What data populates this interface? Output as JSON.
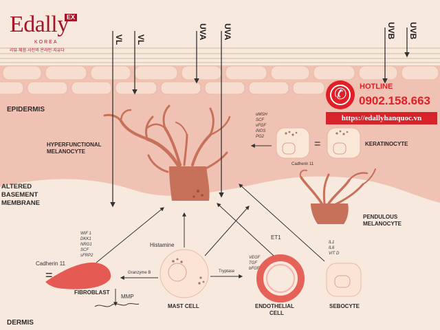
{
  "brand": {
    "name": "Edally",
    "badge": "EX",
    "country": "KOREA",
    "tagline": "리뷰·체험·사진의·온라인·지유다"
  },
  "hotline": {
    "title": "HOTLINE",
    "phone": "0902.158.663",
    "url": "https://edallyhanquoc.vn",
    "accent": "#e01f26"
  },
  "rays": [
    "VL",
    "VL",
    "UVA",
    "UVA",
    "UVB",
    "UVB"
  ],
  "layers": {
    "epidermis": "EPIDERMIS",
    "membrane": [
      "ALTERED",
      "BASEMENT",
      "MEMBRANE"
    ],
    "dermis": "DERMIS"
  },
  "cells": {
    "hyperfunctional": [
      "HYPERFUNCTIONAL",
      "MELANOCYTE"
    ],
    "keratinocyte": "KERATINOCYTE",
    "pendulous": [
      "PENDULOUS",
      "MELANOCYTE"
    ],
    "fibroblast": "FIBROBLAST",
    "mast": "MAST CELL",
    "endothelial": [
      "ENDOTHELIAL",
      "CELL"
    ],
    "sebocyte": "SEBOCYTE"
  },
  "factors": {
    "keratinocyte": [
      "αMSH",
      "SCF",
      "vFGF",
      "iNOS",
      "PG2"
    ],
    "fibroblast": [
      "WIF 1",
      "DKK1",
      "NRG1",
      "SCF",
      "sFRP2"
    ],
    "endothelial": [
      "VEGF",
      "TGF",
      "bFGF"
    ],
    "sebocyte": [
      "IL1",
      "IL6",
      "VIT D"
    ]
  },
  "mediators": {
    "cadherin_k": "Cadherin 11",
    "cadherin_f": "Cadherin 11",
    "equals": "=",
    "histamine": "Histamine",
    "granzyme": "Granzyme B",
    "tryptase": "Tryptase",
    "et1": "ET1",
    "mmp": "MMP"
  },
  "colors": {
    "epidermis": "#f0c2b3",
    "cell": "#c7705a",
    "dermis": "#f8e9df",
    "brand": "#a3162a"
  }
}
